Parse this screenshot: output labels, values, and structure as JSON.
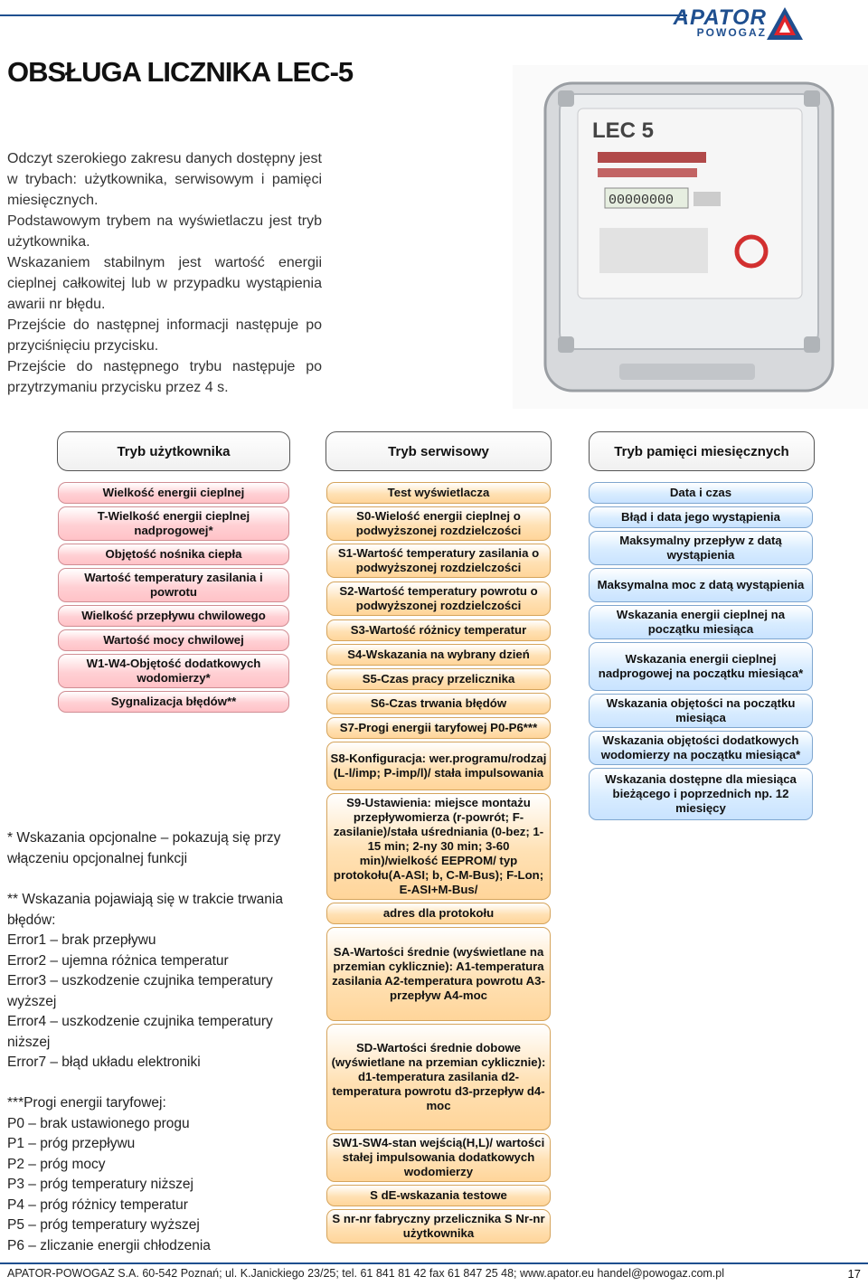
{
  "logo": {
    "brand": "APATOR",
    "sub": "POWOGAZ"
  },
  "title": "OBSŁUGA LICZNIKA LEC-5",
  "intro": [
    "Odczyt szerokiego zakresu danych dostępny jest w trybach: użytkownika, serwisowym i pamięci miesięcznych.",
    "Podstawowym trybem na wyświetlaczu jest tryb użytkownika.",
    "Wskazaniem stabilnym jest wartość energii cieplnej całkowitej lub w przypadku wystąpienia awarii nr błędu.",
    "Przejście do następnej informacji następuje po przyciśnięciu przycisku.",
    "Przejście do następnego trybu następuje po przytrzymaniu przycisku przez 4 s."
  ],
  "columns": {
    "user": {
      "header": "Tryb użytkownika",
      "items": [
        "Wielkość energii cieplnej",
        "T-Wielkość energii cieplnej nadprogowej*",
        "Objętość nośnika ciepła",
        "Wartość temperatury zasilania i powrotu",
        "Wielkość przepływu chwilowego",
        "Wartość mocy chwilowej",
        "W1-W4-Objętość dodatkowych wodomierzy*",
        "Sygnalizacja błędów**"
      ]
    },
    "service": {
      "header": "Tryb serwisowy",
      "items": [
        "Test wyświetlacza",
        "S0-Wielość energii cieplnej o podwyższonej rozdzielczości",
        "S1-Wartość temperatury zasilania o podwyższonej rozdzielczości",
        "S2-Wartość temperatury powrotu o podwyższonej rozdzielczości",
        "S3-Wartość różnicy temperatur",
        "S4-Wskazania na wybrany dzień",
        "S5-Czas pracy przelicznika",
        "S6-Czas trwania błędów",
        "S7-Progi energii taryfowej P0-P6***",
        "S8-Konfiguracja: wer.programu/rodzaj (L-l/imp; P-imp/l)/ stała impulsowania",
        "S9-Ustawienia: miejsce montażu przepływomierza (r-powrót; F-zasilanie)/stała uśredniania (0-bez; 1-15 min; 2-ny 30 min; 3-60 min)/wielkość EEPROM/ typ protokołu(A-ASI; b, C-M-Bus); F-Lon; E-ASI+M-Bus/",
        "adres dla protokołu",
        "SA-Wartości średnie (wyświetlane na przemian cyklicznie): A1-temperatura zasilania A2-temperatura powrotu A3-przepływ A4-moc",
        "SD-Wartości średnie dobowe (wyświetlane na przemian cyklicznie): d1-temperatura zasilania d2-temperatura powrotu d3-przepływ d4-moc",
        "SW1-SW4-stan wejścią(H,L)/ wartości stałej impulsowania dodatkowych wodomierzy",
        "S dE-wskazania testowe",
        "S nr-nr fabryczny przelicznika S Nr-nr użytkownika"
      ]
    },
    "memory": {
      "header": "Tryb pamięci miesięcznych",
      "items": [
        "Data i czas",
        "Błąd i data jego wystąpienia",
        "Maksymalny przepływ z datą wystąpienia",
        "Maksymalna moc z datą wystąpienia",
        "Wskazania energii cieplnej na początku miesiąca",
        "Wskazania energii cieplnej nadprogowej na początku miesiąca*",
        "Wskazania objętości na początku miesiąca",
        "Wskazania objętości dodatkowych wodomierzy na początku miesiąca*",
        "Wskazania dostępne dla miesiąca bieżącego i poprzednich np. 12 miesięcy"
      ]
    }
  },
  "notes": {
    "n1": "* Wskazania opcjonalne – pokazują się przy włączeniu opcjonalnej funkcji",
    "n2": "** Wskazania pojawiają się w trakcie trwania błędów:",
    "errors": [
      "Error1 – brak przepływu",
      "Error2 – ujemna różnica temperatur",
      "Error3 – uszkodzenie czujnika temperatury wyższej",
      "Error4 – uszkodzenie czujnika temperatury niższej",
      "Error7 – błąd układu elektroniki"
    ],
    "n3": "***Progi energii taryfowej:",
    "thresholds": [
      "P0 – brak ustawionego progu",
      "P1 – próg przepływu",
      "P2 – próg mocy",
      "P3 – próg temperatury niższej",
      "P4 – próg różnicy temperatur",
      "P5 – próg temperatury wyższej",
      "P6 – zliczanie energii chłodzenia"
    ]
  },
  "photo": {
    "label": "LEC 5"
  },
  "footer": {
    "text": "APATOR-POWOGAZ S.A. 60-542 Poznań; ul. K.Janickiego 23/25; tel. 61 841 81 42 fax 61 847 25 48; www.apator.eu handel@powogaz.com.pl",
    "page": "17"
  }
}
